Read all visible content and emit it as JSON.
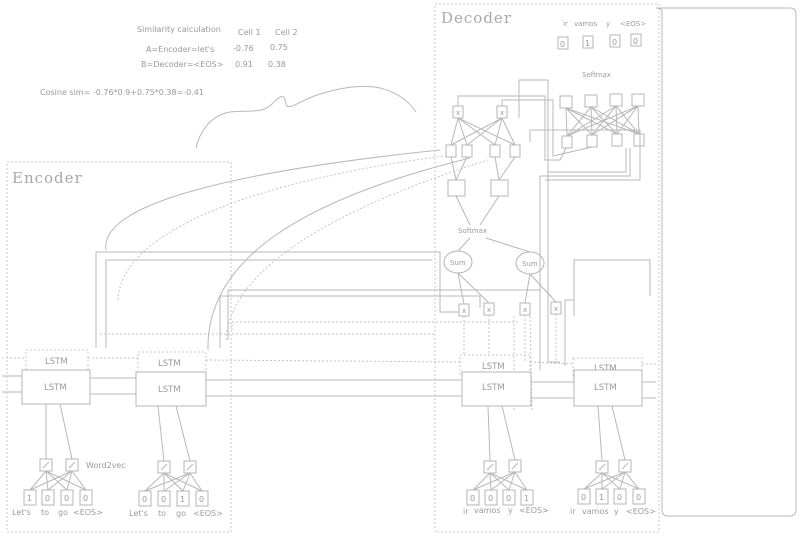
{
  "similarity": {
    "heading": "Similarity calculation",
    "col1": "Cell 1",
    "col2": "Cell 2",
    "rowA_label": "A=Encoder=let's",
    "rowA_v1": "-0.76",
    "rowA_v2": "0.75",
    "rowB_label": "B=Decoder=<EOS>",
    "rowB_v1": "0.91",
    "rowB_v2": "0.38",
    "cosine": "Cosine sim= -0.76*0.9+0.75*0.38=-0.41"
  },
  "encoder": {
    "title": "Encoder",
    "lstm_label": "LSTM",
    "word2vec_label": "Word2vec",
    "cell1": {
      "onehot": [
        "1",
        "0",
        "0",
        "0"
      ],
      "tokens": [
        "Let's",
        "to",
        "go",
        "<EOS>"
      ]
    },
    "cell2": {
      "onehot": [
        "0",
        "0",
        "1",
        "0"
      ],
      "tokens": [
        "Let's",
        "to",
        "go",
        "<EOS>"
      ]
    }
  },
  "decoder": {
    "title": "Decoder",
    "lstm_label": "LSTM",
    "softmax_top": "Softmax",
    "softmax_attention": "Softmax",
    "sum_label": "Sum",
    "mult_label": "x",
    "output_tokens": [
      "ir",
      "vamos",
      "y",
      "<EOS>"
    ],
    "output_values": [
      "0",
      "1",
      "0",
      "0"
    ],
    "cell1": {
      "onehot": [
        "0",
        "0",
        "0",
        "1"
      ],
      "tokens": [
        "ir",
        "vamos",
        "y",
        "<EOS>"
      ]
    },
    "cell2": {
      "onehot": [
        "0",
        "1",
        "0",
        "0"
      ],
      "tokens": [
        "ir",
        "vamos",
        "y",
        "<EOS>"
      ]
    }
  },
  "colors": {
    "stroke": "#b8b8b8",
    "text": "#9a9a9a",
    "dash": "#c4c4c4"
  }
}
